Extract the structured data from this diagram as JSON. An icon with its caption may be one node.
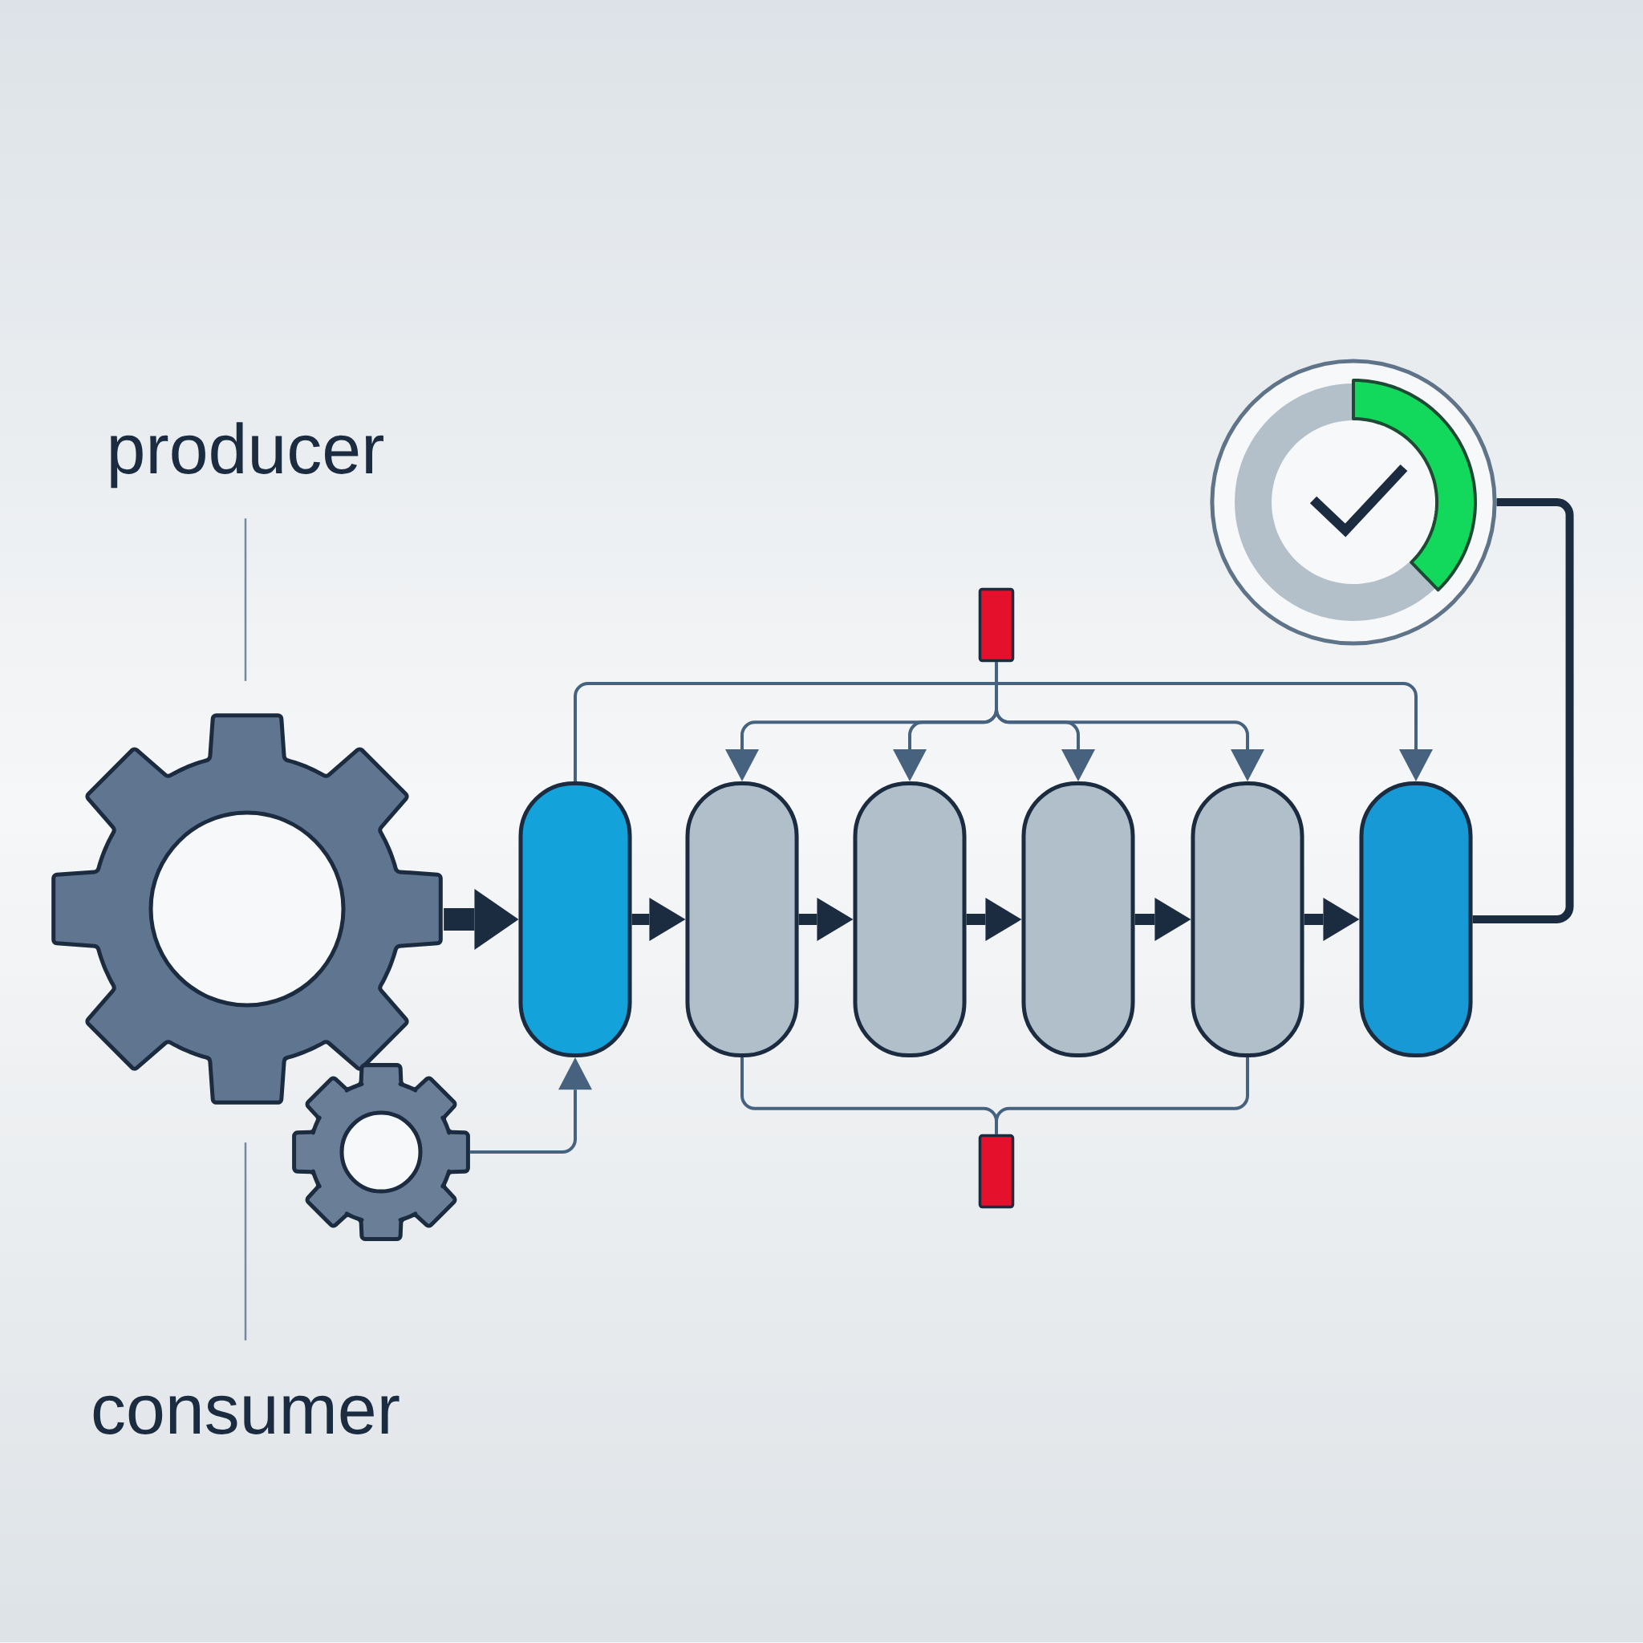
{
  "diagram": {
    "nodes": [
      {
        "text": [
          "producer"
        ]
      },
      {
        "text": [],
        "shape": "circle"
      },
      {
        "text": [],
        "shape": "box"
      },
      {
        "text": [],
        "shape": "gear"
      },
      {
        "text": [],
        "shape": "capsule"
      },
      {
        "text": [],
        "shape": "capsule"
      },
      {
        "text": [],
        "shape": "capsule"
      },
      {
        "text": [],
        "shape": "capsule"
      },
      {
        "text": [],
        "shape": "capsule"
      },
      {
        "text": [],
        "shape": "capsule"
      },
      {
        "text": [],
        "shape": "gear"
      },
      {
        "text": [],
        "shape": "box"
      },
      {
        "text": [
          "consumer"
        ]
      }
    ],
    "edges": [
      {
        "from": 0,
        "to": 3,
        "arrow": "none",
        "color": "#7089a4"
      },
      {
        "from": 12,
        "to": 3,
        "arrow": "none",
        "color": "#7089a4"
      },
      {
        "from": 3,
        "to": 4,
        "arrow": "to",
        "style": "thick",
        "color": "#1b2b40"
      },
      {
        "from": 4,
        "to": 5,
        "arrow": "to",
        "style": "thick",
        "color": "#1b2b40"
      },
      {
        "from": 5,
        "to": 6,
        "arrow": "to",
        "style": "thick",
        "color": "#1b2b40"
      },
      {
        "from": 6,
        "to": 7,
        "arrow": "to",
        "style": "thick",
        "color": "#1b2b40"
      },
      {
        "from": 7,
        "to": 8,
        "arrow": "to",
        "style": "thick",
        "color": "#1b2b40"
      },
      {
        "from": 8,
        "to": 9,
        "arrow": "to",
        "style": "thick",
        "color": "#1b2b40"
      },
      {
        "from": 9,
        "to": 1,
        "arrow": "none",
        "style": "thick",
        "color": "#1b2b40"
      },
      {
        "from": 10,
        "to": 4,
        "arrow": "to"
      },
      {
        "from": 4,
        "to": 9,
        "arrow": "to"
      },
      {
        "from": 2,
        "to": 5,
        "arrow": "to"
      },
      {
        "from": 2,
        "to": 6,
        "arrow": "to"
      },
      {
        "from": 2,
        "to": 7,
        "arrow": "to"
      },
      {
        "from": 2,
        "to": 8,
        "arrow": "to"
      },
      {
        "from": 11,
        "to": 5,
        "arrow": "none"
      },
      {
        "from": 11,
        "to": 8,
        "arrow": "none"
      }
    ]
  }
}
